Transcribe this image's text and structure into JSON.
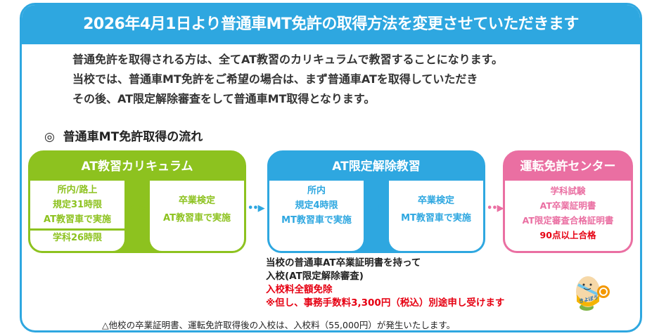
{
  "header": {
    "title": "2026年4月1日より普通車MT免許の取得方法を変更させていただきます"
  },
  "intro": [
    "普通免許を取得される方は、全てAT教習のカリキュラムで教習することになります。",
    "当校では、普通車MT免許をご希望の場合は、まず普通車ATを取得していただき",
    "その後、AT限定解除審査をして普通車MT取得となります。"
  ],
  "section": {
    "mark": "◎",
    "title": "普通車MT免許取得の流れ"
  },
  "flow": {
    "at": {
      "title": "AT教習カリキュラム",
      "step1": [
        "所内/路上",
        "規定31時限",
        "AT教習車で実施"
      ],
      "step1_extra": "学科26時限",
      "step2": [
        "卒業検定",
        "AT教習車で実施"
      ]
    },
    "lift": {
      "title": "AT限定解除教習",
      "step1": [
        "所内",
        "規定4時限",
        "MT教習車で実施"
      ],
      "step2": [
        "卒業検定",
        "MT教習車で実施"
      ]
    },
    "center": {
      "title": "運転免許センター",
      "items": [
        "学科試験",
        "AT卒業証明書",
        "AT限定審査合格証明書"
      ],
      "pass": "90点以上合格"
    },
    "arrow": "••▶"
  },
  "note": {
    "lines": [
      "当校の普通車AT卒業証明書を持って",
      "入校(AT限定解除審査)"
    ],
    "red": [
      "入校料全額免除",
      "※但し、事務手数料3,300円（税込）別途申し受けます"
    ]
  },
  "mascot": {
    "label": "きよぼう"
  },
  "footer": "△他校の卒業証明書、運転免許取得後の入校は、入校料（55,000円）が発生いたします。",
  "colors": {
    "blue": "#2ea7e0",
    "green": "#8dc21f",
    "pink": "#ea6fa2",
    "red": "#e60012"
  }
}
